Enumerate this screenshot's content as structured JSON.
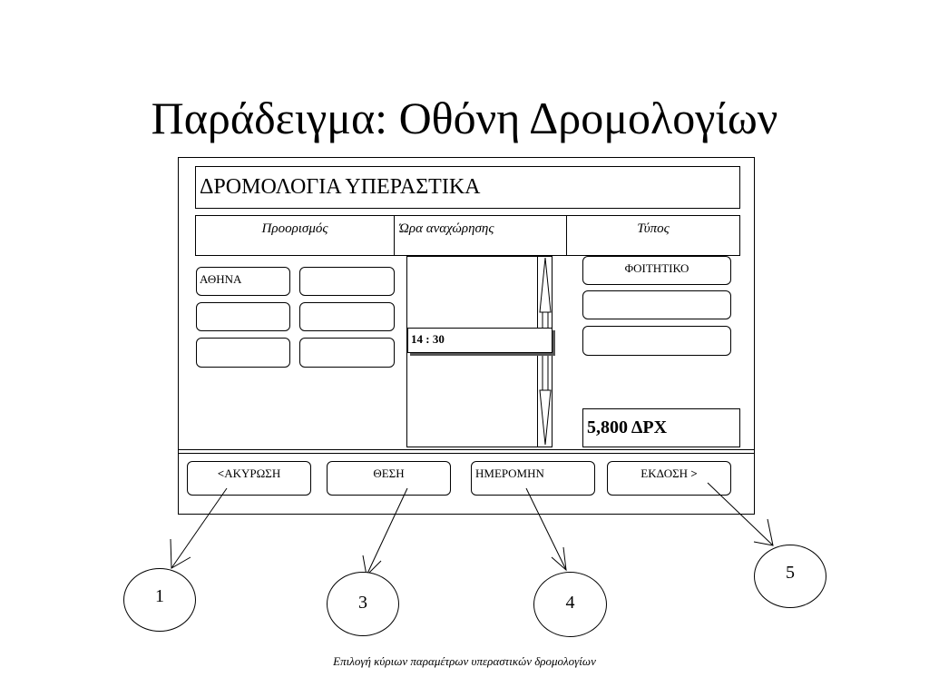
{
  "slide": {
    "title": "Παράδειγμα: Οθόνη Δρομολογίων",
    "caption": "Επιλογή κύριων παραμέτρων υπεραστικών δρομολογίων"
  },
  "screen": {
    "header": "ΔΡΟΜΟΛΟΓΙΑ ΥΠΕΡΑΣΤΙΚΑ",
    "columns": [
      "Προορισμός",
      "Ώρα αναχώρησης",
      "Τύπος"
    ],
    "destinations": [
      "ΑΘΗΝΑ",
      "",
      "",
      "",
      "",
      ""
    ],
    "departure_times": [
      "14 : 30"
    ],
    "ticket_types": [
      "ΦΟΙΤΗΤΙΚΟ",
      "",
      ""
    ],
    "price": "5,800 ΔΡΧ",
    "buttons": {
      "cancel_arrow": "<",
      "cancel": "ΑΚΥΡΩΣΗ",
      "seat": "ΘΕΣΗ",
      "date": "ΗΜΕΡΟΜΗΝ",
      "issue": "ΕΚΔΟΣΗ",
      "issue_arrow": ">"
    }
  },
  "callouts": [
    "1",
    "3",
    "4",
    "5"
  ]
}
